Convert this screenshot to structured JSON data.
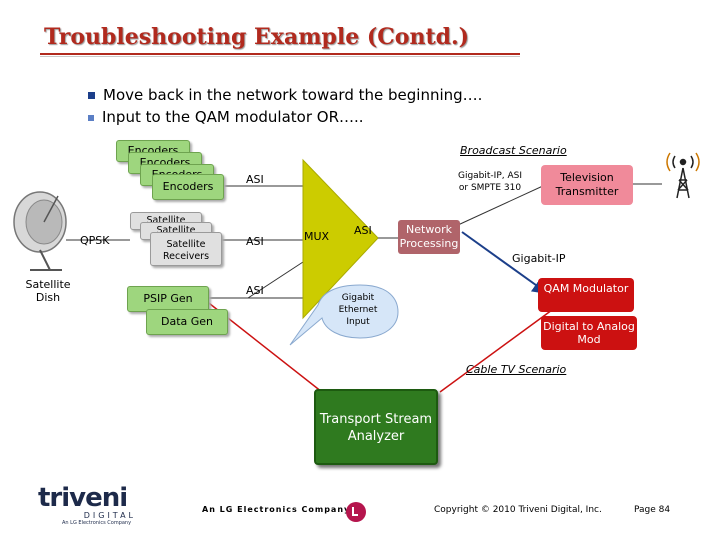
{
  "title": "Troubleshooting Example (Contd.)",
  "bullets": [
    "Move back in the network toward the beginning….",
    "Input to the QAM modulator OR….."
  ],
  "encoders": [
    "Encoders",
    "Encoders",
    "Encoders",
    "Encoders"
  ],
  "receivers": [
    "Satellite",
    "Satellite",
    "Satellite Receivers"
  ],
  "satellite_dish": "Satellite Dish",
  "qpsk": "QPSK",
  "psip_gen": "PSIP Gen",
  "data_gen": "Data Gen",
  "asi_labels": [
    "ASI",
    "ASI",
    "ASI",
    "ASI"
  ],
  "mux": "MUX",
  "broadcast_scenario": "Broadcast Scenario",
  "gigabit_ip_asi_smpte": "Gigabit-IP, ASI or SMPTE 310",
  "television_transmitter": "Television Transmitter",
  "network_processing": "Network Processing",
  "gigabit_ip": "Gigabit-IP",
  "gigabit_ethernet_input": "Gigabit Ethernet Input",
  "qam_modulator": "QAM Modulator",
  "digital_to_analog_mod": "Digital to Analog Mod",
  "cable_tv_scenario": "Cable TV Scenario",
  "transport_stream_analyzer": "Transport Stream Analyzer",
  "footer": {
    "logo_brand": "triveni",
    "logo_sub": "DIGITAL",
    "logo_tag": "An LG Electronics Company",
    "lg_company": "An LG Electronics Company",
    "copyright": "Copyright © 2010 Triveni Digital, Inc.",
    "page": "Page 84"
  },
  "colors": {
    "title": "#b12a1e",
    "encoder_green": "#9ed67e",
    "mux_yellow": "#cccc00",
    "network_processing": "#b0646a",
    "pink": "#f08a9a",
    "red": "#cc1111",
    "analyzer_green": "#2f7a1f"
  }
}
